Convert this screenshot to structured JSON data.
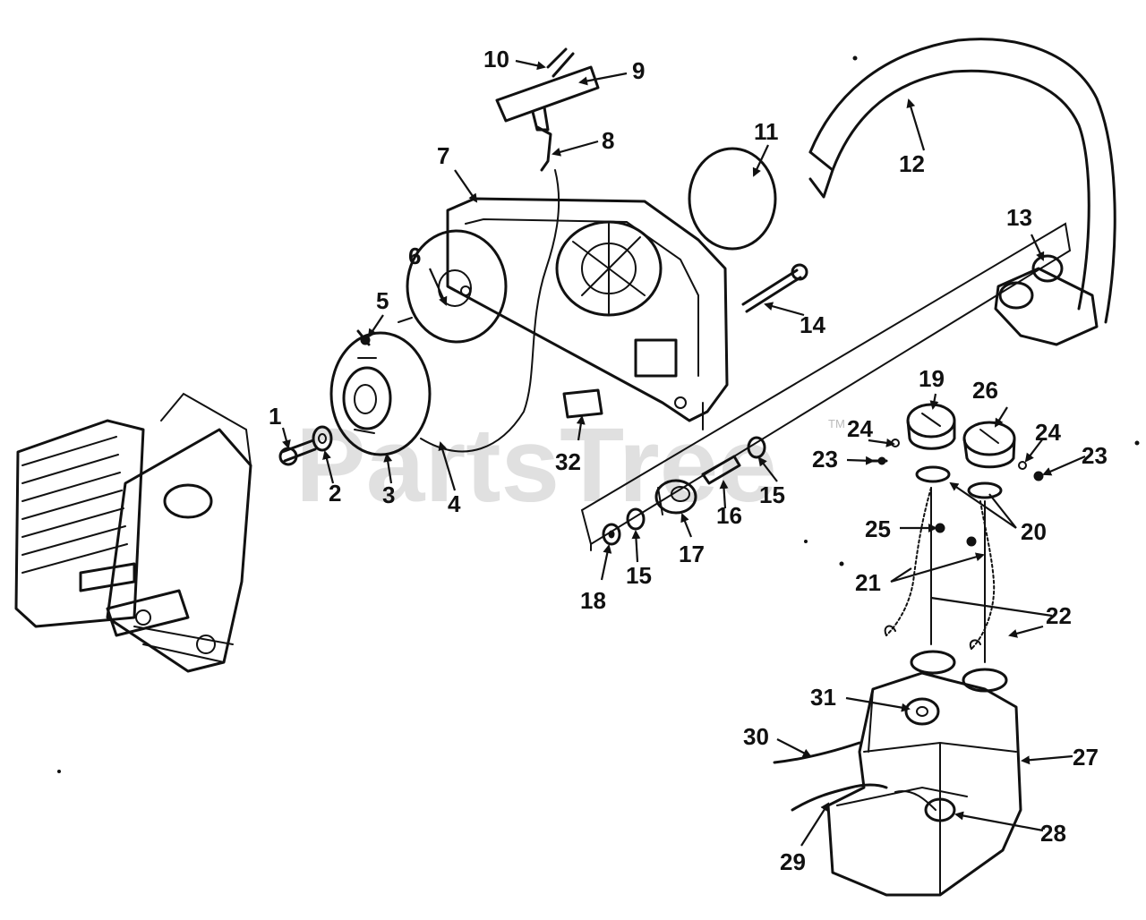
{
  "watermark": {
    "text": "PartsTree",
    "tm": "TM"
  },
  "labels": {
    "l1": "1",
    "l2": "2",
    "l3": "3",
    "l4": "4",
    "l5": "5",
    "l6": "6",
    "l7": "7",
    "l8": "8",
    "l9": "9",
    "l10": "10",
    "l11": "11",
    "l12": "12",
    "l13": "13",
    "l14": "14",
    "l15a": "15",
    "l15b": "15",
    "l16": "16",
    "l17": "17",
    "l18": "18",
    "l19": "19",
    "l20": "20",
    "l21": "21",
    "l22": "22",
    "l23a": "23",
    "l23b": "23",
    "l24a": "24",
    "l24b": "24",
    "l25": "25",
    "l26": "26",
    "l27": "27",
    "l28": "28",
    "l29": "29",
    "l30": "30",
    "l31": "31",
    "l32": "32"
  }
}
